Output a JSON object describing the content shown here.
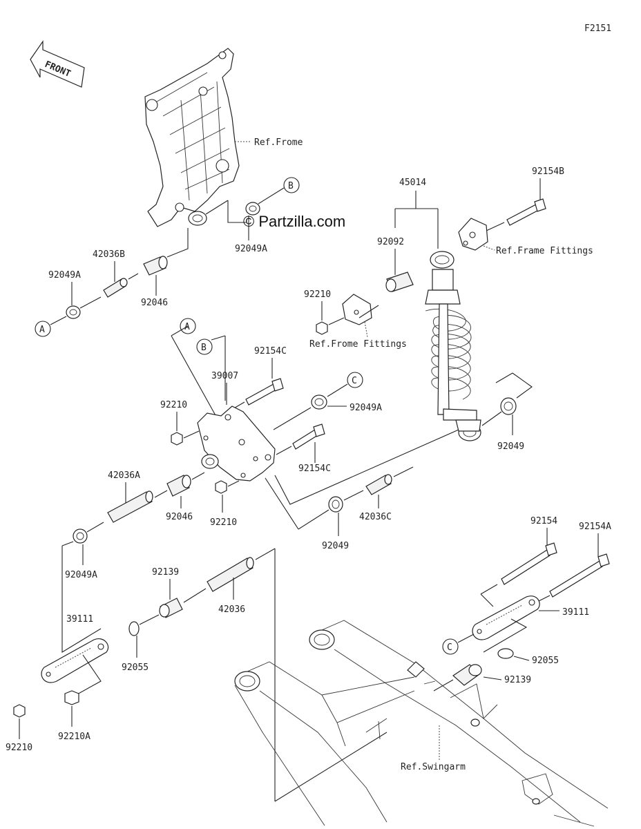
{
  "diagram_code": "F2151",
  "front_label": "FRONT",
  "watermark": "© Partzilla.com",
  "refs": {
    "frame": "Ref.Frome",
    "frame_fittings_upper": "Ref.Frame Fittings",
    "frame_fittings_lower": "Ref.Frome Fittings",
    "swingarm": "Ref.Swingarm"
  },
  "callouts": {
    "a": "A",
    "b": "B",
    "c": "C"
  },
  "part_labels": {
    "p92154B": "92154B",
    "p45014": "45014",
    "p92092": "92092",
    "p92210_top": "92210",
    "p92049A_top": "92049A",
    "p42036B": "42036B",
    "p92049A_left": "92049A",
    "p92046_top": "92046",
    "p92154C_top": "92154C",
    "p39007": "39007",
    "p92210_mid": "92210",
    "p92049A_mid": "92049A",
    "p92154C_mid": "92154C",
    "p92049_right": "92049",
    "p42036A": "42036A",
    "p92046_mid": "92046",
    "p92210_lower": "92210",
    "p92049_center": "92049",
    "p42036C": "42036C",
    "p92049A_lower": "92049A",
    "p92139_left": "92139",
    "p42036": "42036",
    "p39111_left": "39111",
    "p92055_left": "92055",
    "p92210_bottom": "92210",
    "p92210A": "92210A",
    "p92154": "92154",
    "p92154A": "92154A",
    "p39111_right": "39111",
    "p92055_right": "92055",
    "p92139_right": "92139"
  }
}
